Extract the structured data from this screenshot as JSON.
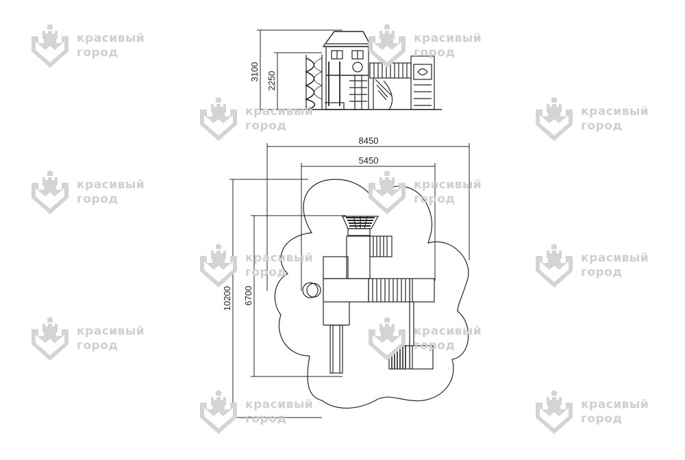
{
  "watermark": {
    "line1": "красивый",
    "line2": "город",
    "color": "#cfcfcf",
    "icon": "castle-shield-logo-icon"
  },
  "dimensions": {
    "elevation_height": "3100",
    "elevation_platform": "2250",
    "plan_width_total": "8450",
    "plan_width_inner": "5450",
    "plan_depth_total": "10200",
    "plan_depth_inner": "6700"
  },
  "colors": {
    "line": "#222222",
    "watermark": "#cfcfcf",
    "background": "#ffffff"
  }
}
